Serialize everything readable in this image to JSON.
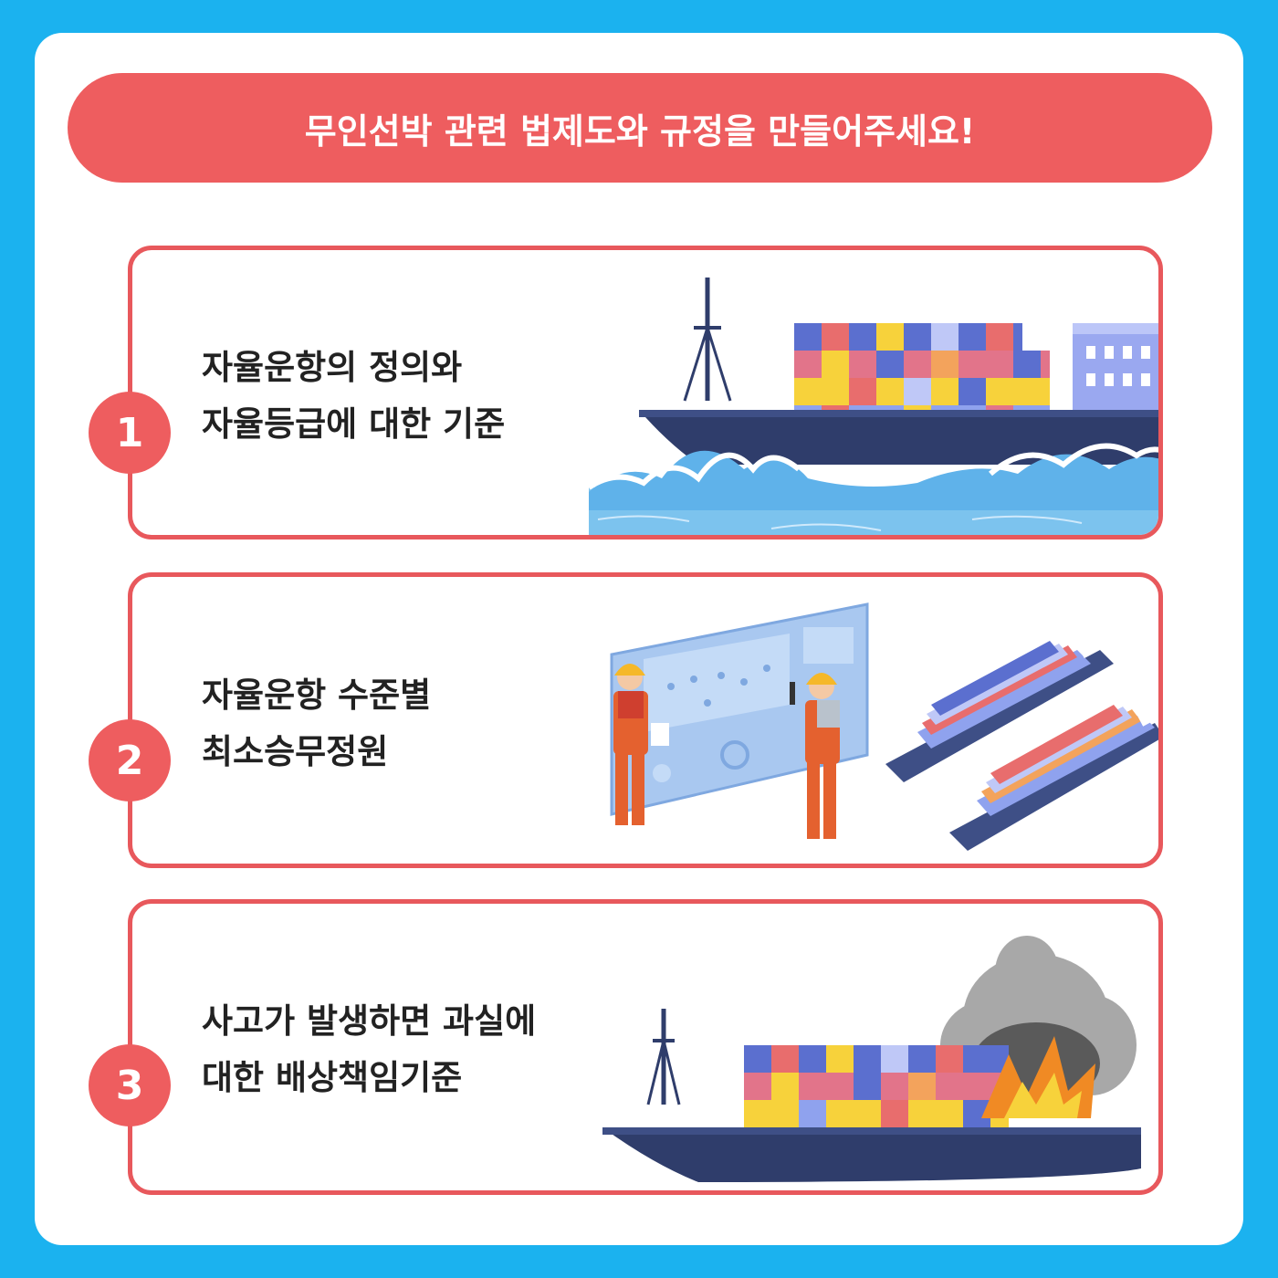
{
  "title": "무인선박 관련 법제도와 규정을 만들어주세요!",
  "items": [
    {
      "number": "1",
      "line1": "자율운항의 정의와",
      "line2": "자율등급에 대한 기준"
    },
    {
      "number": "2",
      "line1": "자율운항 수준별",
      "line2": "최소승무정원"
    },
    {
      "number": "3",
      "line1": "사고가 발생하면 과실에",
      "line2": "대한 배상책임기준"
    }
  ],
  "colors": {
    "background": "#1bb2ef",
    "accent": "#ee5d5f",
    "border": "#e8585c",
    "text": "#222222",
    "hull": "#2f3d6b",
    "sea": "#7cc3ee"
  },
  "illustrations": [
    "container-ship-waves",
    "workers-control-panel-ships",
    "container-ship-explosion"
  ]
}
